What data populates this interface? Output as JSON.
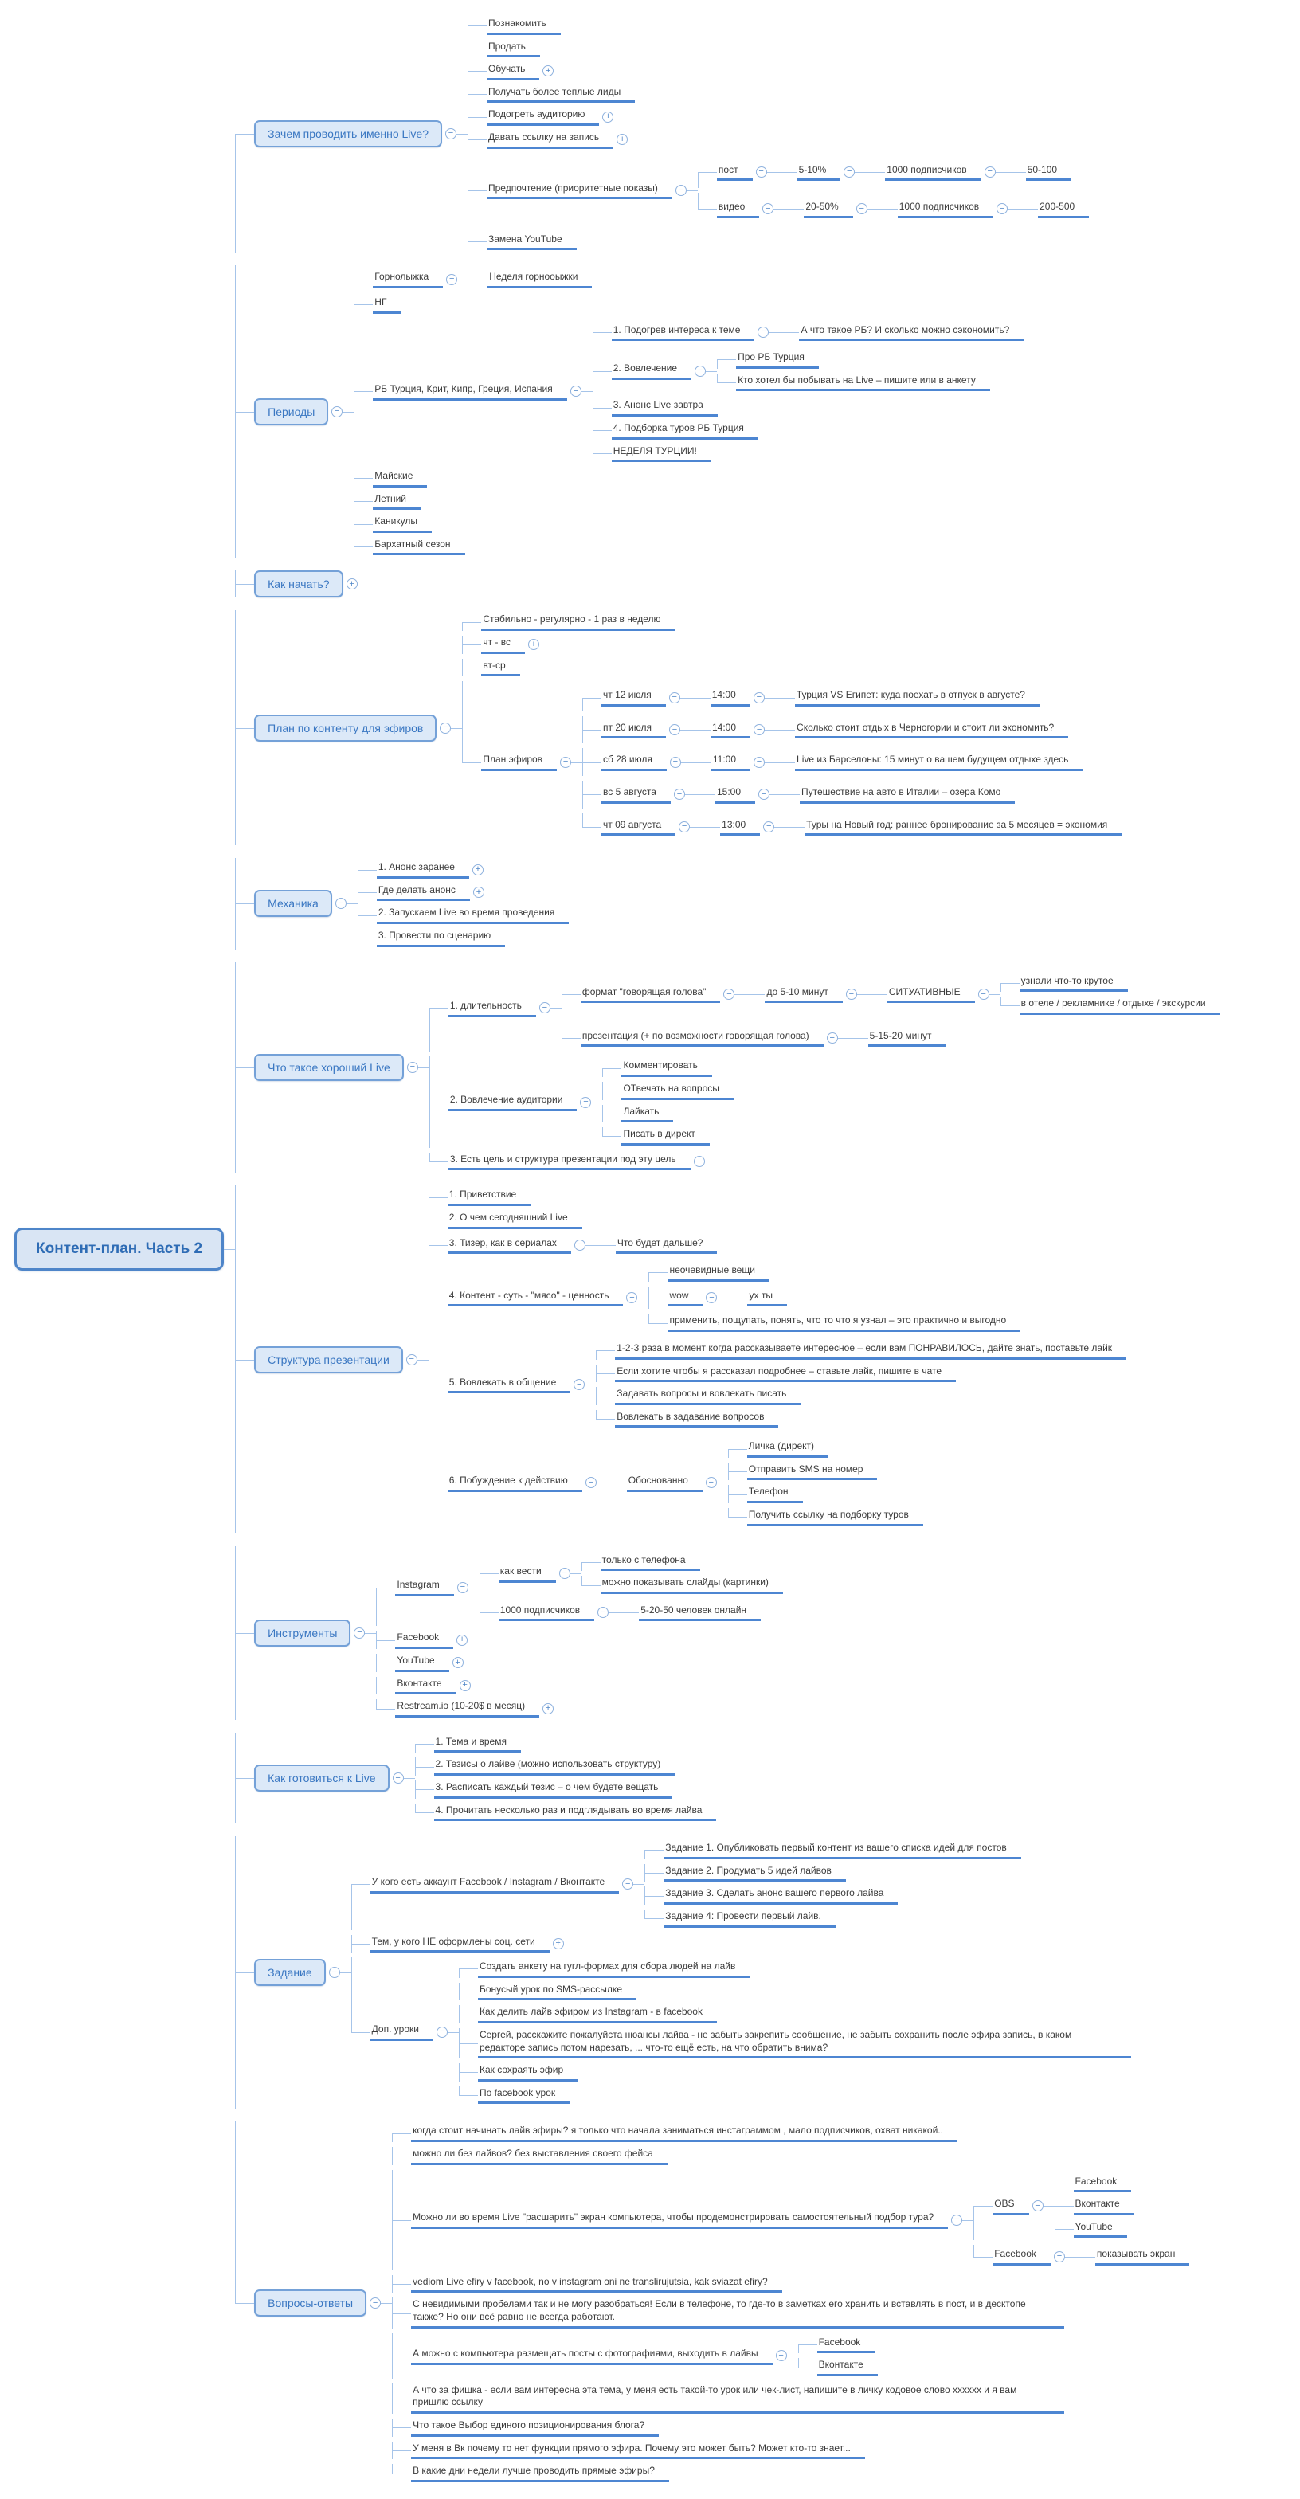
{
  "title": "Контент-план. Часть 2",
  "colors": {
    "accent_bar": "#4d86d2",
    "connector": "#a6c4e9",
    "topic_fill": "#dce9f8",
    "topic_border": "#74a1d8",
    "topic_text": "#3a77c2",
    "root_fill": "#d9e5f4",
    "root_border": "#4e85c9",
    "root_text": "#2e6cb5",
    "leaf_text": "#3c3c3c"
  },
  "tree": {
    "label": "Контент-план. Часть 2",
    "type": "root",
    "children": [
      {
        "label": "Зачем проводить именно Live?",
        "type": "topic",
        "expander": "minus",
        "children": [
          {
            "label": "Познакомить"
          },
          {
            "label": "Продать"
          },
          {
            "label": "Обучать",
            "expander": "plus"
          },
          {
            "label": "Получать более теплые лиды"
          },
          {
            "label": "Подогреть аудиторию",
            "expander": "plus"
          },
          {
            "label": "Давать ссылку на запись",
            "expander": "plus"
          },
          {
            "label": "Предпочтение (приоритетные показы)",
            "expander": "minus",
            "children": [
              {
                "label": "пост",
                "expander": "minus",
                "children": [
                  {
                    "label": "5-10%",
                    "expander": "minus",
                    "children": [
                      {
                        "label": "1000 подписчиков",
                        "expander": "minus",
                        "children": [
                          {
                            "label": "50-100"
                          }
                        ]
                      }
                    ]
                  }
                ]
              },
              {
                "label": "видео",
                "expander": "minus",
                "children": [
                  {
                    "label": "20-50%",
                    "expander": "minus",
                    "children": [
                      {
                        "label": "1000 подписчиков",
                        "expander": "minus",
                        "children": [
                          {
                            "label": "200-500"
                          }
                        ]
                      }
                    ]
                  }
                ]
              }
            ]
          },
          {
            "label": "Замена YouTube"
          }
        ]
      },
      {
        "label": "Периоды",
        "type": "topic",
        "expander": "minus",
        "children": [
          {
            "label": "Горнолыжка",
            "expander": "minus",
            "children": [
              {
                "label": "Неделя горнооыжки"
              }
            ]
          },
          {
            "label": "НГ"
          },
          {
            "label": "РБ Турция, Крит, Кипр, Греция, Испания",
            "expander": "minus",
            "children": [
              {
                "label": "1. Подогрев интереса к теме",
                "expander": "minus",
                "children": [
                  {
                    "label": "А что такое РБ? И сколько можно сэкономить?"
                  }
                ]
              },
              {
                "label": "2. Вовлечение",
                "expander": "minus",
                "children": [
                  {
                    "label": "Про РБ Турция"
                  },
                  {
                    "label": "Кто хотел бы побывать на Live – пишите или в анкету"
                  }
                ]
              },
              {
                "label": "3. Анонс Live завтра"
              },
              {
                "label": "4. Подборка туров РБ Турция"
              },
              {
                "label": "НЕДЕЛЯ ТУРЦИИ!"
              }
            ]
          },
          {
            "label": "Майские"
          },
          {
            "label": "Летний"
          },
          {
            "label": "Каникулы"
          },
          {
            "label": "Бархатный сезон"
          }
        ]
      },
      {
        "label": "Как начать?",
        "type": "topic",
        "expander": "plus"
      },
      {
        "label": "План по контенту для эфиров",
        "type": "topic",
        "expander": "minus",
        "children": [
          {
            "label": "Стабильно - регулярно - 1 раз в неделю"
          },
          {
            "label": "чт - вс",
            "expander": "plus"
          },
          {
            "label": "вт-ср"
          },
          {
            "label": "План эфиров",
            "expander": "minus",
            "children": [
              {
                "label": "чт 12 июля",
                "expander": "minus",
                "children": [
                  {
                    "label": "14:00",
                    "expander": "minus",
                    "children": [
                      {
                        "label": "Турция VS Египет: куда поехать в отпуск в августе?"
                      }
                    ]
                  }
                ]
              },
              {
                "label": "пт 20 июля",
                "expander": "minus",
                "children": [
                  {
                    "label": "14:00",
                    "expander": "minus",
                    "children": [
                      {
                        "label": "Сколько стоит отдых в Черногории и стоит ли экономить?"
                      }
                    ]
                  }
                ]
              },
              {
                "label": "сб 28 июля",
                "expander": "minus",
                "children": [
                  {
                    "label": "11:00",
                    "expander": "minus",
                    "children": [
                      {
                        "label": "Live из Барселоны: 15 минут о вашем будущем отдыхе здесь"
                      }
                    ]
                  }
                ]
              },
              {
                "label": "вс 5 августа",
                "expander": "minus",
                "children": [
                  {
                    "label": "15:00",
                    "expander": "minus",
                    "children": [
                      {
                        "label": "Путешествие на авто в Италии – озера Комо"
                      }
                    ]
                  }
                ]
              },
              {
                "label": "чт 09 августа",
                "expander": "minus",
                "children": [
                  {
                    "label": "13:00",
                    "expander": "minus",
                    "children": [
                      {
                        "label": "Туры на Новый год: раннее бронирование за 5 месяцев = экономия"
                      }
                    ]
                  }
                ]
              }
            ]
          }
        ]
      },
      {
        "label": "Механика",
        "type": "topic",
        "expander": "minus",
        "children": [
          {
            "label": "1. Анонс заранее",
            "expander": "plus"
          },
          {
            "label": "Где делать анонс",
            "expander": "plus"
          },
          {
            "label": "2. Запускаем Live во время проведения"
          },
          {
            "label": "3. Провести по сценарию"
          }
        ]
      },
      {
        "label": "Что такое хороший Live",
        "type": "topic",
        "expander": "minus",
        "children": [
          {
            "label": "1. длительность",
            "expander": "minus",
            "children": [
              {
                "label": "формат \"говорящая голова\"",
                "expander": "minus",
                "children": [
                  {
                    "label": "до 5-10 минут",
                    "expander": "minus",
                    "children": [
                      {
                        "label": "СИТУАТИВНЫЕ",
                        "expander": "minus",
                        "children": [
                          {
                            "label": "узнали что-то крутое"
                          },
                          {
                            "label": "в отеле / рекламнике / отдыхе / экскурсии"
                          }
                        ]
                      }
                    ]
                  }
                ]
              },
              {
                "label": "презентация (+ по возможности говорящая голова)",
                "expander": "minus",
                "children": [
                  {
                    "label": "5-15-20 минут"
                  }
                ]
              }
            ]
          },
          {
            "label": "2. Вовлечение аудитории",
            "expander": "minus",
            "children": [
              {
                "label": "Комментировать"
              },
              {
                "label": "ОТвечать на вопросы"
              },
              {
                "label": "Лайкать"
              },
              {
                "label": "Писать в директ"
              }
            ]
          },
          {
            "label": "3. Есть цель и структура презентации под эту цель",
            "expander": "plus"
          }
        ]
      },
      {
        "label": "Структура презентации",
        "type": "topic",
        "expander": "minus",
        "children": [
          {
            "label": "1. Приветствие"
          },
          {
            "label": "2. О чем сегодняшний Live"
          },
          {
            "label": "3. Тизер, как в сериалах",
            "expander": "minus",
            "children": [
              {
                "label": "Что будет дальше?"
              }
            ]
          },
          {
            "label": "4. Контент - суть - \"мясо\" - ценность",
            "expander": "minus",
            "children": [
              {
                "label": "неочевидные вещи"
              },
              {
                "label": "wow",
                "expander": "minus",
                "children": [
                  {
                    "label": "ух ты"
                  }
                ]
              },
              {
                "label": "применить, пощупать, понять, что то что я узнал – это практично и выгодно"
              }
            ]
          },
          {
            "label": "5. Вовлекать в общение",
            "expander": "minus",
            "children": [
              {
                "label": "1-2-3 раза в момент когда рассказываете интересное – если вам ПОНРАВИЛОСЬ, дайте знать, поставьте лайк"
              },
              {
                "label": "Если хотите чтобы я рассказал подробнее – ставьте лайк, пишите в чате"
              },
              {
                "label": "Задавать вопросы и вовлекать писать"
              },
              {
                "label": "Вовлекать в задавание вопросов"
              }
            ]
          },
          {
            "label": "6. Побуждение к действию",
            "expander": "minus",
            "children": [
              {
                "label": "Обоснованно",
                "expander": "minus",
                "children": [
                  {
                    "label": "Личка (директ)"
                  },
                  {
                    "label": "Отправить SMS на номер"
                  },
                  {
                    "label": "Телефон"
                  },
                  {
                    "label": "Получить ссылку на подборку туров"
                  }
                ]
              }
            ]
          }
        ]
      },
      {
        "label": "Инструменты",
        "type": "topic",
        "expander": "minus",
        "children": [
          {
            "label": "Instagram",
            "expander": "minus",
            "children": [
              {
                "label": "как вести",
                "expander": "minus",
                "children": [
                  {
                    "label": "только с телефона"
                  },
                  {
                    "label": "можно показывать слайды (картинки)"
                  }
                ]
              },
              {
                "label": "1000 подписчиков",
                "expander": "minus",
                "children": [
                  {
                    "label": "5-20-50 человек онлайн"
                  }
                ]
              }
            ]
          },
          {
            "label": "Facebook",
            "expander": "plus"
          },
          {
            "label": "YouTube",
            "expander": "plus"
          },
          {
            "label": "Вконтакте",
            "expander": "plus"
          },
          {
            "label": "Restream.io (10-20$ в месяц)",
            "expander": "plus"
          }
        ]
      },
      {
        "label": "Как готовиться к Live",
        "type": "topic",
        "expander": "minus",
        "children": [
          {
            "label": "1. Тема и время"
          },
          {
            "label": "2. Тезисы о лайве (можно использовать структуру)"
          },
          {
            "label": "3. Расписать каждый тезис – о чем будете вещать"
          },
          {
            "label": "4. Прочитать несколько раз и подглядывать во время лайва"
          }
        ]
      },
      {
        "label": "Задание",
        "type": "topic",
        "expander": "minus",
        "children": [
          {
            "label": "У кого есть аккаунт Facebook / Instagram / Вконтакте",
            "expander": "minus",
            "children": [
              {
                "label": "Задание 1. Опубликовать первый контент из вашего списка идей для постов"
              },
              {
                "label": "Задание 2.  Продумать 5 идей лайвов"
              },
              {
                "label": "Задание 3. Сделать анонс вашего первого лайва"
              },
              {
                "label": "Задание 4: Провести первый лайв."
              }
            ]
          },
          {
            "label": "Тем, у кого НЕ оформлены соц. сети",
            "expander": "plus"
          },
          {
            "label": "Доп. уроки",
            "expander": "minus",
            "children": [
              {
                "label": "Создать анкету на гугл-формах для сбора людей на лайв"
              },
              {
                "label": "Бонусый урок по SMS-рассылке"
              },
              {
                "label": "Как делить лайв эфиром из Instagram - в facebook"
              },
              {
                "label": "Сергей, расскажите пожалуйста нюансы лайва - не забыть закрепить сообщение, не забыть сохранить после эфира запись, в каком редакторе запись потом нарезать, ... что-то ещё есть, на что обратить внима?"
              },
              {
                "label": "Как сохраять эфир"
              },
              {
                "label": "По facebook урок"
              }
            ]
          }
        ]
      },
      {
        "label": "Вопросы-ответы",
        "type": "topic",
        "expander": "minus",
        "children": [
          {
            "label": "когда стоит начинать лайв эфиры? я только что начала заниматься инстаграммом , мало подписчиков, охват никакой.."
          },
          {
            "label": "можно ли без лайвов? без выставления своего фейса"
          },
          {
            "label": "Можно ли во время Live \"расшарить\" экран компьютера, чтобы продемонстрировать самостоятельный подбор тура?",
            "expander": "minus",
            "children": [
              {
                "label": "OBS",
                "expander": "minus",
                "children": [
                  {
                    "label": "Facebook"
                  },
                  {
                    "label": "Вконтакте"
                  },
                  {
                    "label": "YouTube"
                  }
                ]
              },
              {
                "label": "Facebook",
                "expander": "minus",
                "children": [
                  {
                    "label": "показывать экран"
                  }
                ]
              }
            ]
          },
          {
            "label": "vediom Live efiry v facebook, no v instagram oni ne translirujutsia, kak sviazat efiry?"
          },
          {
            "label": "С невидимыми пробелами так и не могу разобраться! Если в телефоне, то где-то в заметках его хранить и вставлять в пост, и в десктопе также? Но они всё равно не всегда работают."
          },
          {
            "label": "А можно с компьютера размещать посты с фотографиями, выходить в лайвы",
            "expander": "minus",
            "children": [
              {
                "label": "Facebook"
              },
              {
                "label": "Вконтакте"
              }
            ]
          },
          {
            "label": "А что за фишка - если вам интересна эта тема, у меня есть такой-то урок или чек-лист, напишите в личку кодовое слово xxxxxx и я вам пришлю ссылку"
          },
          {
            "label": "Что такое Выбор единого позиционирования блога?"
          },
          {
            "label": "У меня в Вк почему то нет функции прямого эфира. Почему это может быть? Может кто-то знает..."
          },
          {
            "label": "В какие дни недели лучше проводить прямые эфиры?"
          }
        ]
      }
    ]
  }
}
